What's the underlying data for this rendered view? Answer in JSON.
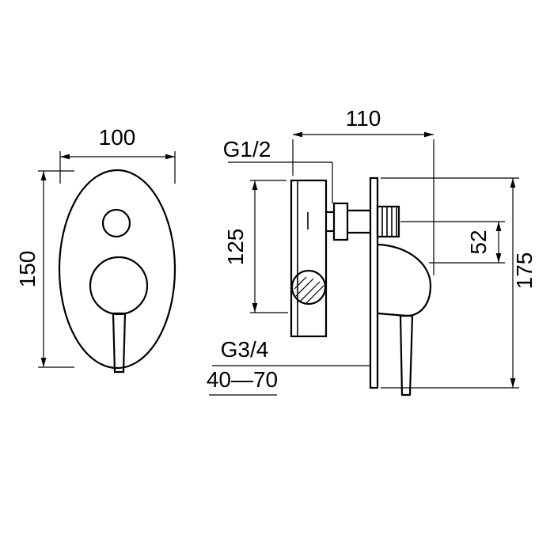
{
  "page": {
    "background": "#ffffff",
    "line_color": "#000000"
  },
  "front_view": {
    "width_dim": "100",
    "height_dim": "150"
  },
  "side_view": {
    "depth_dim": "110",
    "top_thread": "G1/2",
    "top_to_inlet_dim": "125",
    "thread_to_handle_dim": "52",
    "overall_height_dim": "175",
    "bottom_thread": "G3/4",
    "wall_depth_range": "40—70"
  }
}
